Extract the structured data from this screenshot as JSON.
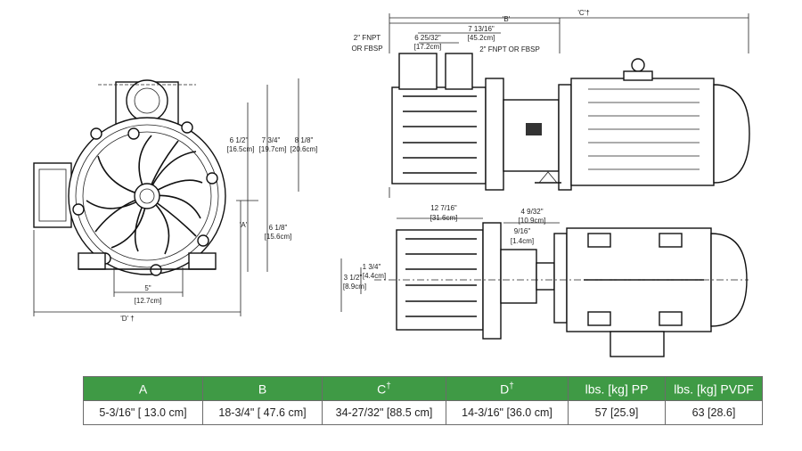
{
  "front_view": {
    "dim_d": "'D' †",
    "dim_a": "'A'",
    "dim_5": "5\"",
    "dim_5_cm": "[12.7cm]",
    "dim_6_5": "6 1/2\"",
    "dim_6_5_cm": "[16.5cm]",
    "dim_7_75": "7 3/4\"",
    "dim_7_75_cm": "[19.7cm]",
    "dim_8_125": "8 1/8\"",
    "dim_8_125_cm": "[20.6cm]",
    "dim_6_125": "6 1/8\"",
    "dim_6_125_cm": "[15.6cm]"
  },
  "side_view": {
    "dim_c": "'C'†",
    "dim_b": "'B'",
    "dim_7_8125": "7 13/16\"",
    "dim_7_8125_cm": "[45.2cm]",
    "dim_6_78": "6 25/32\"",
    "dim_6_78_cm": "[17.2cm]",
    "inlet_label_1": "2\" FNPT",
    "inlet_label_2": "OR FBSP",
    "outlet_label": "2\" FNPT OR FBSP"
  },
  "top_view": {
    "dim_12_4375": "12 7/16\"",
    "dim_12_4375_cm": "[31.6cm]",
    "dim_4_28": "4 9/32\"",
    "dim_4_28_cm": "[10.9cm]",
    "dim_9_16": "9/16\"",
    "dim_9_16_cm": "[1.4cm]",
    "dim_1_75": "1 3/4\"",
    "dim_1_75_cm": "[4.4cm]",
    "dim_3_5": "3 1/2\"",
    "dim_3_5_cm": "[8.9cm]"
  },
  "table": {
    "headers": [
      {
        "label": "A",
        "sup": ""
      },
      {
        "label": "B",
        "sup": ""
      },
      {
        "label": "C",
        "sup": "†"
      },
      {
        "label": "D",
        "sup": "†"
      },
      {
        "label": "lbs. [kg] PP",
        "sup": ""
      },
      {
        "label": "lbs. [kg] PVDF",
        "sup": ""
      }
    ],
    "row": [
      "5-3/16\" [ 13.0 cm]",
      "18-3/4\" [ 47.6 cm]",
      "34-27/32\" [88.5 cm]",
      "14-3/16\" [36.0 cm]",
      "57 [25.9]",
      "63 [28.6]"
    ],
    "header_color": "#3f9a45"
  }
}
